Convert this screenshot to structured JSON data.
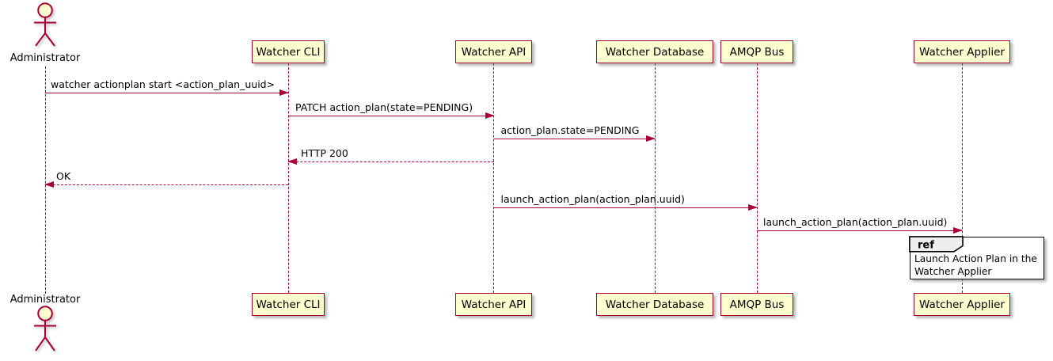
{
  "diagram_type": "sequence",
  "actor": {
    "name": "Administrator"
  },
  "participants": [
    "Watcher CLI",
    "Watcher API",
    "Watcher Database",
    "AMQP Bus",
    "Watcher Applier"
  ],
  "messages": [
    {
      "from": "Administrator",
      "to": "Watcher CLI",
      "label": "watcher actionplan start <action_plan_uuid>",
      "line": "solid",
      "direction": "right"
    },
    {
      "from": "Watcher CLI",
      "to": "Watcher API",
      "label": "PATCH action_plan(state=PENDING)",
      "line": "solid",
      "direction": "right"
    },
    {
      "from": "Watcher API",
      "to": "Watcher Database",
      "label": "action_plan.state=PENDING",
      "line": "solid",
      "direction": "right"
    },
    {
      "from": "Watcher API",
      "to": "Watcher CLI",
      "label": "HTTP 200",
      "line": "dashed",
      "direction": "left"
    },
    {
      "from": "Watcher CLI",
      "to": "Administrator",
      "label": "OK",
      "line": "dashed",
      "direction": "left"
    },
    {
      "from": "Watcher API",
      "to": "AMQP Bus",
      "label": "launch_action_plan(action_plan.uuid)",
      "line": "solid",
      "direction": "right"
    },
    {
      "from": "AMQP Bus",
      "to": "Watcher Applier",
      "label": "launch_action_plan(action_plan.uuid)",
      "line": "solid",
      "direction": "right"
    }
  ],
  "ref_fragment": {
    "tag": "ref",
    "over": "Watcher Applier",
    "lines": [
      "Launch Action Plan in the",
      "Watcher Applier"
    ]
  },
  "colors": {
    "accent": "#A80036",
    "participant_fill": "#FEFECE",
    "ref_tag_fill": "#EEEEEE",
    "text": "#000000",
    "background": "#FFFFFF"
  }
}
